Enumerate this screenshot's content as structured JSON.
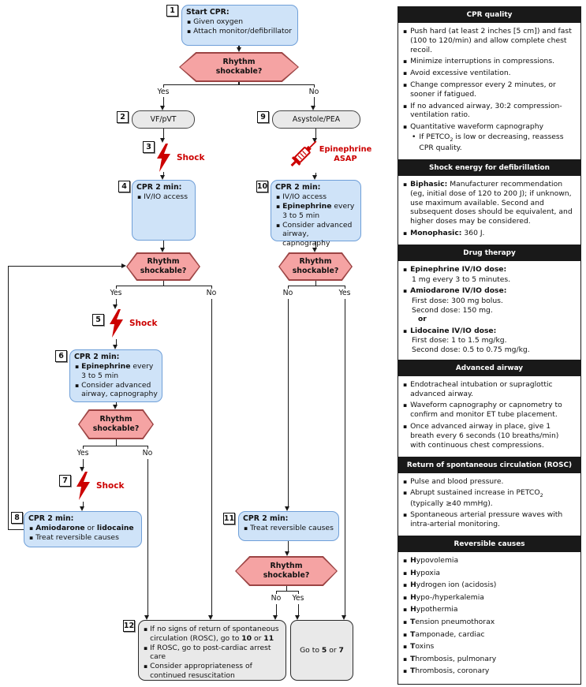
{
  "colors": {
    "blue_fill": "#cfe3f8",
    "blue_border": "#6f9fd8",
    "pink_fill": "#f5a3a3",
    "pink_border": "#9c4444",
    "gray_fill": "#e9e9e9",
    "accent_red": "#cc0000",
    "header_bg": "#191919"
  },
  "icons": {
    "shock": "lightning-bolt-icon",
    "epinephrine": "syringe-icon",
    "bullet": "▪",
    "sub_bullet": "•"
  },
  "flow": {
    "yes": "Yes",
    "no": "No",
    "dec": {
      "l1": "Rhythm",
      "l2": "shockable?"
    },
    "s1": {
      "num": "1",
      "title": "Start CPR:",
      "i1": "Given oxygen",
      "i2": "Attach monitor/defibrillator"
    },
    "s2": {
      "num": "2",
      "label": "VF/pVT"
    },
    "s3": {
      "num": "3",
      "label": "Shock"
    },
    "s4": {
      "num": "4",
      "title": "CPR 2 min:",
      "i1": "IV/IO access"
    },
    "s5": {
      "num": "5",
      "label": "Shock"
    },
    "s6": {
      "num": "6",
      "title": "CPR 2 min:",
      "i1b": "Epinephrine",
      "i1r": " every 3 to 5 min",
      "i2": "Consider advanced airway, capnography"
    },
    "s7": {
      "num": "7",
      "label": "Shock"
    },
    "s8": {
      "num": "8",
      "title": "CPR 2 min:",
      "i1b1": "Amiodarone",
      "i1m": " or ",
      "i1b2": "lidocaine",
      "i2": "Treat reversible causes"
    },
    "s9": {
      "num": "9",
      "label": "Asystole/PEA"
    },
    "epi": {
      "l1": "Epinephrine",
      "l2": "ASAP"
    },
    "s10": {
      "num": "10",
      "title": "CPR 2 min:",
      "i1": "IV/IO access",
      "i2b": "Epinephrine",
      "i2r": " every 3 to 5 min",
      "i3": "Consider advanced airway, capnography"
    },
    "s11": {
      "num": "11",
      "title": "CPR 2 min:",
      "i1": "Treat reversible causes"
    },
    "s12": {
      "num": "12",
      "i1a": "If no signs of return of spontaneous circulation (ROSC), go to ",
      "i1b": "10",
      "i1c": " or ",
      "i1d": "11",
      "i2": "If ROSC, go to post-cardiac arrest care",
      "i3": "Consider appropriateness of continued resuscitation"
    },
    "goto": {
      "a": "Go to ",
      "b": "5",
      "c": " or ",
      "d": "7"
    }
  },
  "sidebar": {
    "sec1": {
      "title": "CPR quality",
      "b1": "Push hard (at least 2 inches [5 cm]) and fast (100 to 120/min) and allow complete chest recoil.",
      "b2": "Minimize interruptions in compressions.",
      "b3": "Avoid excessive ventilation.",
      "b4": "Change compressor every 2 minutes, or sooner if fatigued.",
      "b5": "If no advanced airway, 30:2 compression-ventilation ratio.",
      "b6": "Quantitative waveform capnography",
      "sub_pre": "If PETCO",
      "sub_2": "2",
      "sub_post": " is low or decreasing, reassess CPR quality."
    },
    "sec2": {
      "title": "Shock energy for defibrillation",
      "b1b": "Biphasic:",
      "b1r": " Manufacturer recommendation (eg, initial dose of 120 to 200 J); if unknown, use maximum available. Second and subsequent doses should be equivalent, and higher doses may be considered.",
      "b2b": "Monophasic:",
      "b2r": " 360 J."
    },
    "sec3": {
      "title": "Drug therapy",
      "b1b": "Epinephrine IV/IO dose:",
      "b1l1": "1 mg every 3 to 5 minutes.",
      "b2b": "Amiodarone IV/IO dose:",
      "b2l1": "First dose: 300 mg bolus.",
      "b2l2": "Second dose: 150 mg.",
      "or": "or",
      "b3b": "Lidocaine IV/IO dose:",
      "b3l1": "First dose: 1 to 1.5 mg/kg.",
      "b3l2": "Second dose: 0.5 to 0.75 mg/kg."
    },
    "sec4": {
      "title": "Advanced airway",
      "b1": "Endotracheal intubation or supraglottic advanced airway.",
      "b2": "Waveform capnography or capnometry to confirm and monitor ET tube placement.",
      "b3": "Once advanced airway in place, give 1 breath every 6 seconds (10 breaths/min) with continuous chest compressions."
    },
    "sec5": {
      "title": "Return of spontaneous circulation (ROSC)",
      "b1": "Pulse and blood pressure.",
      "b2a": "Abrupt sustained increase in PETCO",
      "b2s": "2",
      "b2c": " (typically ≥40 mmHg).",
      "b3": "Spontaneous arterial pressure waves with intra-arterial monitoring."
    },
    "sec6": {
      "title": "Reversible causes",
      "items": [
        {
          "b": "H",
          "rest": "ypovolemia"
        },
        {
          "b": "H",
          "rest": "ypoxia"
        },
        {
          "b": "H",
          "rest": "ydrogen ion (acidosis)"
        },
        {
          "b": "H",
          "rest": "ypo-/hyperkalemia"
        },
        {
          "b": "H",
          "rest": "ypothermia"
        },
        {
          "b": "T",
          "rest": "ension pneumothorax"
        },
        {
          "b": "T",
          "rest": "amponade, cardiac"
        },
        {
          "b": "T",
          "rest": "oxins"
        },
        {
          "b": "T",
          "rest": "hrombosis, pulmonary"
        },
        {
          "b": "T",
          "rest": "hrombosis, coronary"
        }
      ]
    }
  }
}
